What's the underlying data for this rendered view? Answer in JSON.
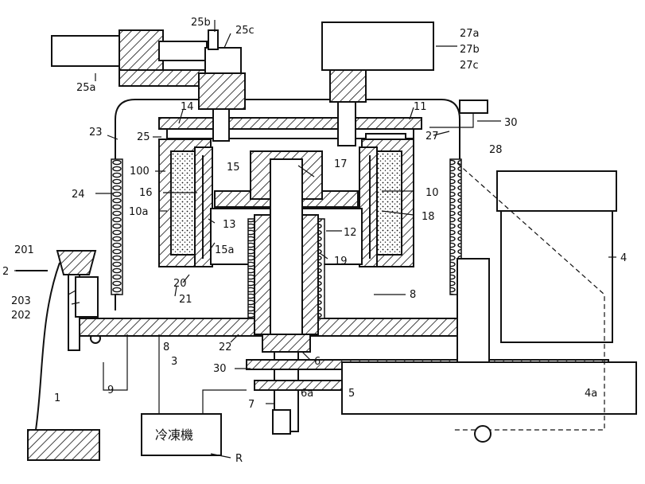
{
  "labels": {
    "l25a": "25a",
    "l25b": "25b",
    "l25c": "25c",
    "l27a": "27a",
    "l27b": "27b",
    "l27c": "27c",
    "l30top": "30",
    "l14": "14",
    "l11": "11",
    "l23": "23",
    "l25": "25",
    "l27": "27",
    "l28": "28",
    "l100": "100",
    "l15": "15",
    "l17": "17",
    "l10": "10",
    "l24": "24",
    "l16": "16",
    "l10a": "10a",
    "l18": "18",
    "l13": "13",
    "l12": "12",
    "l4": "4",
    "l15a": "15a",
    "l19": "19",
    "l201": "201",
    "l2": "2",
    "l20": "20",
    "l21": "21",
    "l8r": "8",
    "l203": "203",
    "l202": "202",
    "l8l": "8",
    "l3": "3",
    "l22": "22",
    "l30bot": "30",
    "l6": "6",
    "l9": "9",
    "l7": "7",
    "l6a": "6a",
    "l5": "5",
    "l4a": "4a",
    "l1": "1",
    "refrigerator": "冷凍機",
    "lR": "R"
  }
}
